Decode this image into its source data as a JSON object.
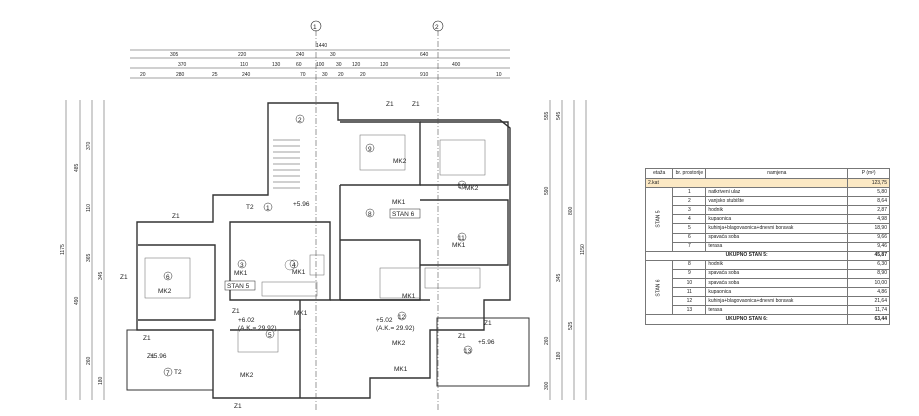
{
  "plan": {
    "section_marks": [
      "1",
      "2"
    ],
    "dims_top": {
      "row1": [
        "1440"
      ],
      "row2": [
        "305",
        "220",
        "240",
        "30",
        "640"
      ],
      "row3": [
        "370",
        "110",
        "130",
        "60",
        "100",
        "30",
        "120",
        "120",
        "400"
      ],
      "row4": [
        "20",
        "280",
        "25",
        "240",
        "70",
        "30",
        "20",
        "20",
        "910",
        "10"
      ]
    },
    "dims_left": [
      "1175",
      "485",
      "370",
      "110",
      "490",
      "365",
      "345",
      "260",
      "180"
    ],
    "dims_right": [
      "555",
      "545",
      "590",
      "800",
      "1150",
      "345",
      "260",
      "180",
      "300",
      "525"
    ],
    "zones": [
      "Z1",
      "Z1",
      "Z1",
      "Z1",
      "Z1",
      "Z1",
      "Z1",
      "Z1",
      "Z1",
      "Z1",
      "T2",
      "T2"
    ],
    "room_numbers": [
      "1",
      "2",
      "3",
      "4",
      "5",
      "6",
      "7",
      "8",
      "9",
      "10",
      "11",
      "12",
      "13"
    ],
    "materials": [
      "MK2",
      "MK2",
      "MK2",
      "MK2",
      "MK2",
      "MK1",
      "MK1",
      "MK1",
      "MK1",
      "MK1",
      "MK1",
      "MK1"
    ],
    "apartments": [
      "STAN 5",
      "STAN 6"
    ],
    "levels": [
      "+5.96",
      "+6.02",
      "+5.02",
      "+5.96",
      "+5.96"
    ],
    "ak_levels": [
      "(A.K.= 29.92)",
      "(A.K.= 29.92)"
    ]
  },
  "table": {
    "headers": [
      "etaža",
      "br. prostorije",
      "namjena",
      "P (m²)"
    ],
    "floor": {
      "label": "2.kat",
      "area": "123,75"
    },
    "groups": [
      {
        "name": "STAN 5",
        "rows": [
          {
            "num": "1",
            "name": "natkriveni ulaz",
            "area": "5,80"
          },
          {
            "num": "2",
            "name": "vanjsko stubište",
            "area": "8,64"
          },
          {
            "num": "3",
            "name": "hodnik",
            "area": "2,87"
          },
          {
            "num": "4",
            "name": "kupaonica",
            "area": "4,98"
          },
          {
            "num": "5",
            "name": "kuhinja+blagovaonica+dnevni boravak",
            "area": "18,90"
          },
          {
            "num": "6",
            "name": "spavaća soba",
            "area": "9,66"
          },
          {
            "num": "7",
            "name": "terasa",
            "area": "9,46"
          }
        ],
        "total_label": "UKUPNO STAN 5:",
        "total": "45,87"
      },
      {
        "name": "STAN 6",
        "rows": [
          {
            "num": "8",
            "name": "hodnik",
            "area": "6,30"
          },
          {
            "num": "9",
            "name": "spavaća soba",
            "area": "8,90"
          },
          {
            "num": "10",
            "name": "spavaća soba",
            "area": "10,00"
          },
          {
            "num": "11",
            "name": "kupaonica",
            "area": "4,86"
          },
          {
            "num": "12",
            "name": "kuhinja+blagovaonica+dnevni boravak",
            "area": "21,64"
          },
          {
            "num": "13",
            "name": "terasa",
            "area": "11,74"
          }
        ],
        "total_label": "UKUPNO STAN 6:",
        "total": "63,44"
      }
    ],
    "colors": {
      "floor_row_bg": "#fce9c4",
      "grid_line": "#777777",
      "wall": "#333333"
    }
  }
}
